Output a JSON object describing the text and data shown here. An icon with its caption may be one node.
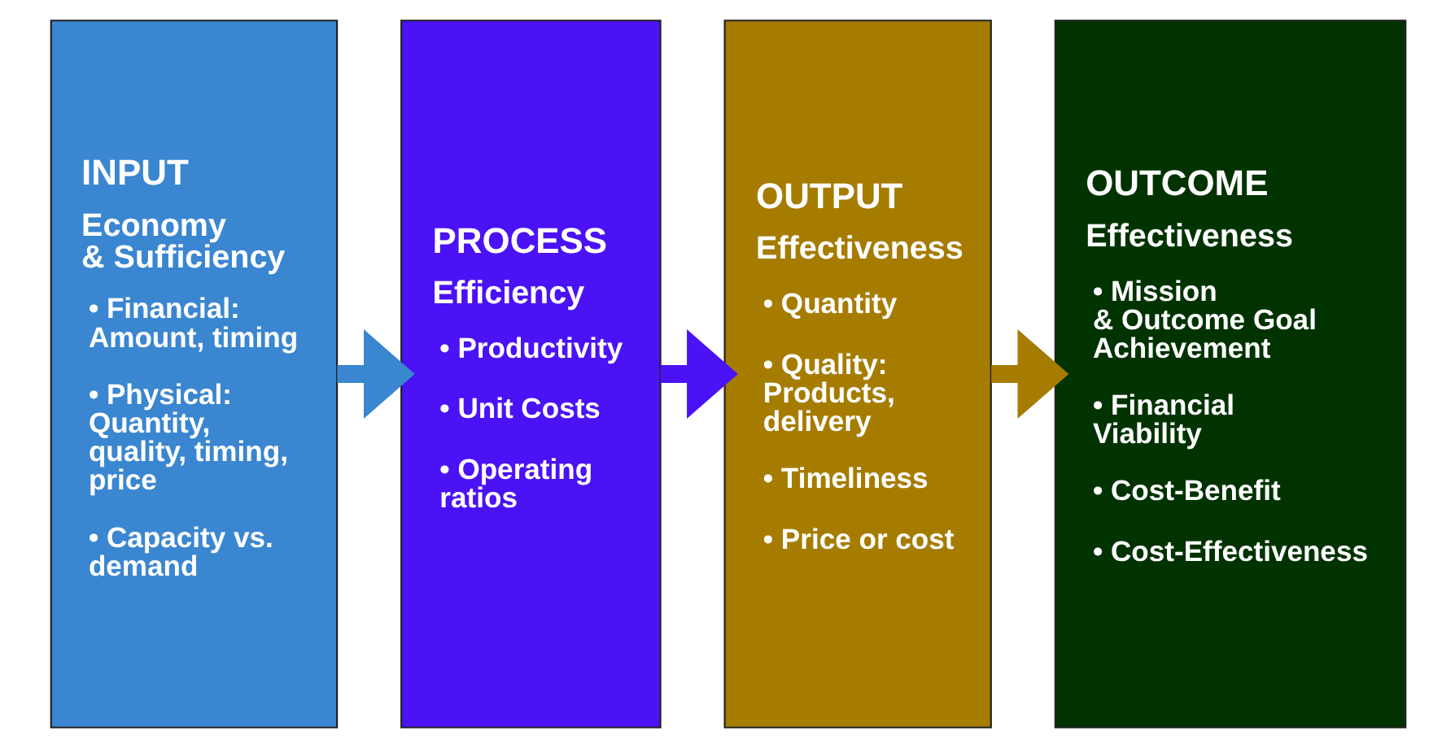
{
  "diagram": {
    "nodes": [
      {
        "text": [
          "INPUT",
          "Economy & Sufficiency",
          "• Financial: Amount, timing",
          "• Physical: Quantity, quality, timing, price",
          "• Capacity vs. demand"
        ]
      },
      {
        "text": [
          "PROCESS",
          "Efficiency",
          "• Productivity",
          "• Unit Costs",
          "• Operating ratios"
        ]
      },
      {
        "text": [
          "OUTPUT",
          "Effectiveness",
          "• Quantity",
          "• Quality: Products, delivery",
          "• Timeliness",
          "• Price or cost"
        ]
      },
      {
        "text": [
          "OUTCOME",
          "Effectiveness",
          "• Mission & Outcome Goal Achievement",
          "• Financial Viability",
          "• Cost-Benefit",
          "• Cost-Effectiveness"
        ]
      }
    ],
    "edges": [
      {
        "from": 0,
        "to": 1,
        "arrow": "to",
        "color": "#3a86d0"
      },
      {
        "from": 1,
        "to": 2,
        "arrow": "to",
        "color": "#4b12f5"
      },
      {
        "from": 2,
        "to": 3,
        "arrow": "to",
        "color": "#a67c00"
      }
    ]
  }
}
